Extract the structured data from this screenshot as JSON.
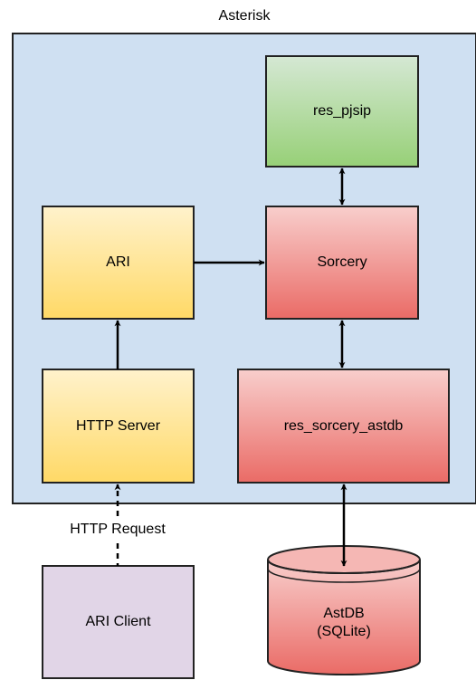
{
  "diagram": {
    "container_label": "Asterisk",
    "nodes": {
      "res_pjsip": {
        "label": "res_pjsip",
        "fill": "#d5e8d4",
        "fill_end": "#97d077",
        "stroke": "#222222"
      },
      "ari": {
        "label": "ARI",
        "fill": "#fff2cc",
        "fill_end": "#ffd966",
        "stroke": "#222222"
      },
      "sorcery": {
        "label": "Sorcery",
        "fill": "#f8cecc",
        "fill_end": "#ea6b66",
        "stroke": "#222222"
      },
      "http_server": {
        "label": "HTTP Server",
        "fill": "#fff2cc",
        "fill_end": "#ffd966",
        "stroke": "#222222"
      },
      "res_sorcery_astdb": {
        "label": "res_sorcery_astdb",
        "fill": "#f8cecc",
        "fill_end": "#ea6b66",
        "stroke": "#222222"
      },
      "ari_client": {
        "label": "ARI Client",
        "fill": "#e1d5e7",
        "stroke": "#222222"
      },
      "astdb": {
        "label_line1": "AstDB",
        "label_line2": "(SQLite)",
        "fill": "#f8cecc",
        "fill_end": "#ea6b66",
        "stroke": "#222222"
      }
    },
    "edges": {
      "http_request": {
        "label": "HTTP Request",
        "style": "dashed"
      }
    },
    "colors": {
      "container_fill": "#cfe0f2",
      "container_stroke": "#222222",
      "edge": "#000000"
    }
  }
}
